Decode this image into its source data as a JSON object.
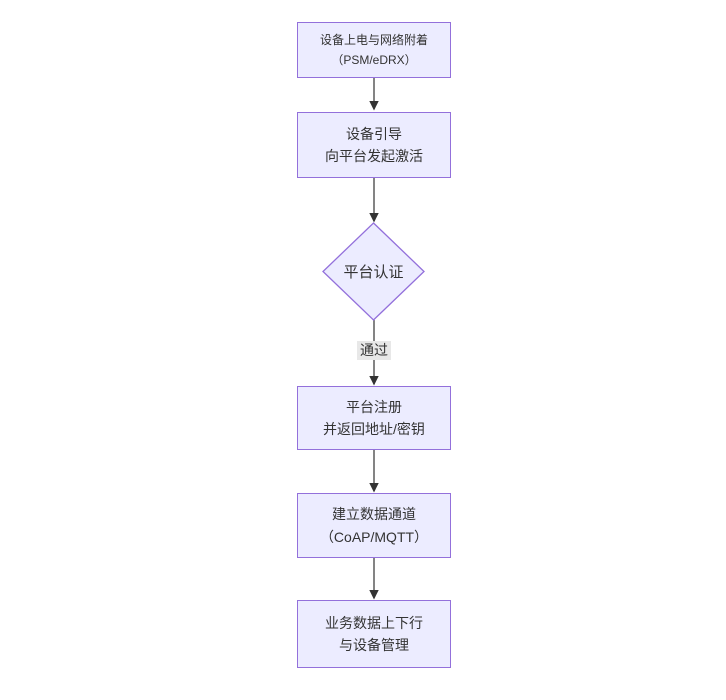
{
  "diagram": {
    "type": "flowchart",
    "direction": "top-down",
    "colors": {
      "background": "#ffffff",
      "node_fill": "#ececff",
      "node_border": "#9370db",
      "text": "#333333",
      "edge": "#333333",
      "edge_label_bg": "#e8e8e8"
    },
    "nodes": {
      "attach": {
        "shape": "rect",
        "label": "设备上电与网络附着\n（PSM/eDRX）"
      },
      "bootstrap": {
        "shape": "rect",
        "label": "设备引导\n向平台发起激活"
      },
      "auth": {
        "shape": "diamond",
        "label": "平台认证"
      },
      "register": {
        "shape": "rect",
        "label": "平台注册\n并返回地址/密钥"
      },
      "channel": {
        "shape": "rect",
        "label": "建立数据通道\n（CoAP/MQTT）"
      },
      "business": {
        "shape": "rect",
        "label": "业务数据上下行\n与设备管理"
      }
    },
    "edges": [
      {
        "from": "attach",
        "to": "bootstrap",
        "label": ""
      },
      {
        "from": "bootstrap",
        "to": "auth",
        "label": ""
      },
      {
        "from": "auth",
        "to": "register",
        "label": "通过"
      },
      {
        "from": "register",
        "to": "channel",
        "label": ""
      },
      {
        "from": "channel",
        "to": "business",
        "label": ""
      }
    ]
  }
}
